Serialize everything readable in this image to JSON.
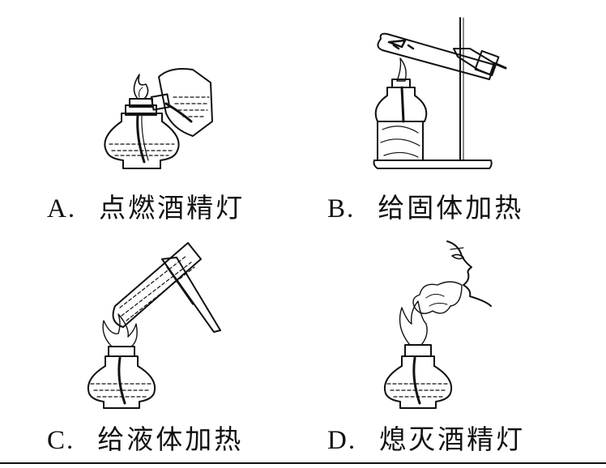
{
  "panels": [
    {
      "letter": "A.",
      "text": "点燃酒精灯"
    },
    {
      "letter": "B.",
      "text": "给固体加热"
    },
    {
      "letter": "C.",
      "text": "给液体加热"
    },
    {
      "letter": "D.",
      "text": "熄灭酒精灯"
    }
  ],
  "colors": {
    "ink": "#111111",
    "background": "#ffffff"
  }
}
